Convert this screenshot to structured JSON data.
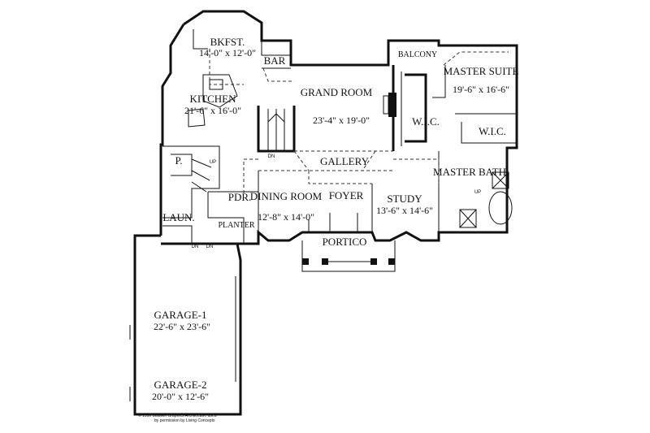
{
  "rooms": {
    "bkfst": {
      "name": "BKFST.",
      "dims": "14'-0\" x 12'-0\""
    },
    "bar": {
      "name": "BAR"
    },
    "balcony": {
      "name": "BALCONY"
    },
    "master_suite": {
      "name": "MASTER SUITE",
      "dims": "19'-6\" x 16'-6\""
    },
    "kitchen": {
      "name": "KITCHEN",
      "dims": "21'-6\" x 16'-0\""
    },
    "grand_room": {
      "name": "GRAND ROOM",
      "dims": "23'-4\" x 19'-0\""
    },
    "wic_1": {
      "name": "W.I.C."
    },
    "wic_2": {
      "name": "W.I.C."
    },
    "pantry": {
      "name": "P."
    },
    "gallery": {
      "name": "GALLERY"
    },
    "master_bath": {
      "name": "MASTER BATH"
    },
    "pdr": {
      "name": "PDR."
    },
    "dining_room": {
      "name": "DINING ROOM",
      "dims": "12'-8\" x 14'-0\""
    },
    "foyer": {
      "name": "FOYER"
    },
    "study": {
      "name": "STUDY",
      "dims": "13'-6\" x 14'-6\""
    },
    "laun": {
      "name": "LAUN."
    },
    "planter": {
      "name": "PLANTER"
    },
    "portico": {
      "name": "PORTICO"
    },
    "garage_1": {
      "name": "GARAGE-1",
      "dims": "22'-6\" x 23'-6\""
    },
    "garage_2": {
      "name": "GARAGE-2",
      "dims": "20'-0\" x 12'-6\""
    }
  },
  "stair_marks": {
    "up_main": "UP",
    "dn_main": "DN",
    "dn_garage_1": "DN",
    "dn_garage_2": "DN",
    "up_bath": "UP"
  },
  "credit": {
    "line1": "© 1990 Baldwin Graphics Architecture used",
    "line2": "by permission by Living Concepts"
  }
}
